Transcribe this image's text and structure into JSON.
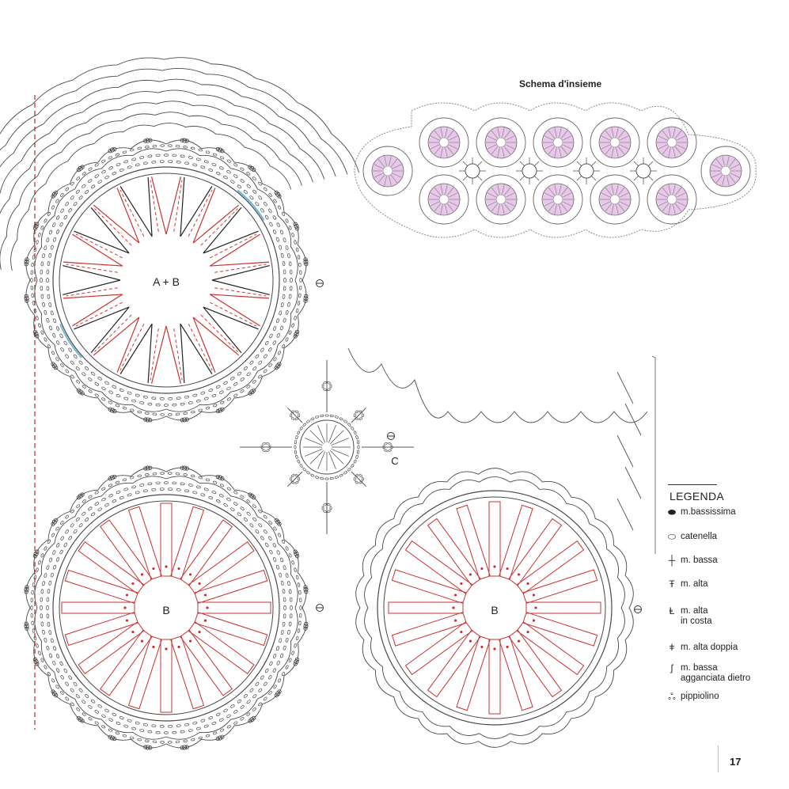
{
  "schema_title": "Schema d'insieme",
  "motif_labels": {
    "a_plus_b": "A + B",
    "b_left": "B",
    "b_right": "B",
    "c": "C"
  },
  "legend": {
    "title": "LEGENDA",
    "items": [
      {
        "icon": "filled-oval-icon",
        "label": "m.bassissima"
      },
      {
        "icon": "open-oval-icon",
        "label": "catenella"
      },
      {
        "icon": "cross-icon",
        "label": "m. bassa"
      },
      {
        "icon": "tall-t-icon",
        "label": "m. alta"
      },
      {
        "icon": "post-t-icon",
        "label": "m.  alta\nin costa"
      },
      {
        "icon": "double-t-icon",
        "label": "m. alta doppia"
      },
      {
        "icon": "hook-icon",
        "label": "m. bassa\nagganciata dietro"
      },
      {
        "icon": "picot-icon",
        "label": "pippiolino"
      }
    ]
  },
  "page_number": "17",
  "colors": {
    "outline": "#4a4a4a",
    "red": "#c8322f",
    "blue": "#6fb8d8",
    "flower_fill": "#e8c8e8",
    "dashed_red": "#c83a3a"
  }
}
